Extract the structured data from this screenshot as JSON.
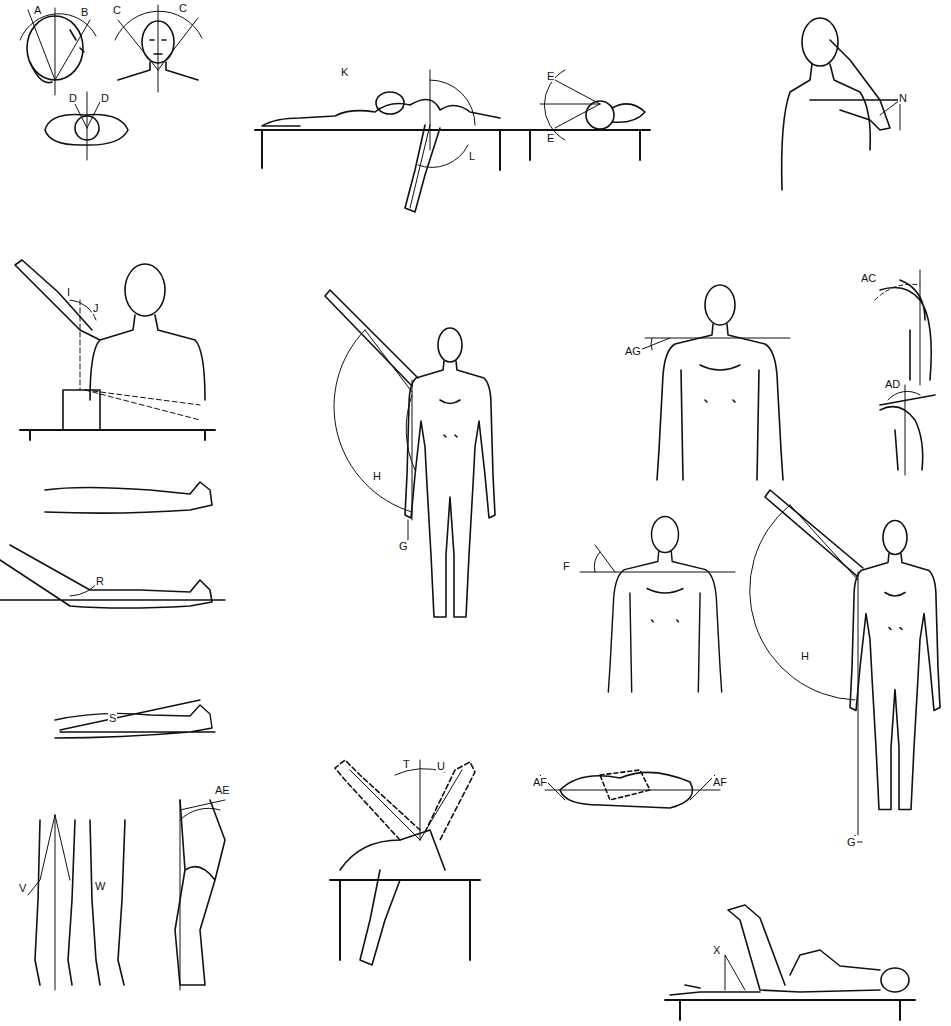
{
  "diagram": {
    "labels": [
      "A",
      "B",
      "C",
      "C",
      "D",
      "D",
      "K",
      "L",
      "E",
      "E",
      "N",
      "I",
      "J",
      "H",
      "G",
      "AG",
      "AC",
      "AD",
      "R",
      "F",
      "H",
      "G",
      "S",
      "AF",
      "AF",
      "T",
      "U",
      "V",
      "W",
      "AE",
      "X"
    ]
  }
}
